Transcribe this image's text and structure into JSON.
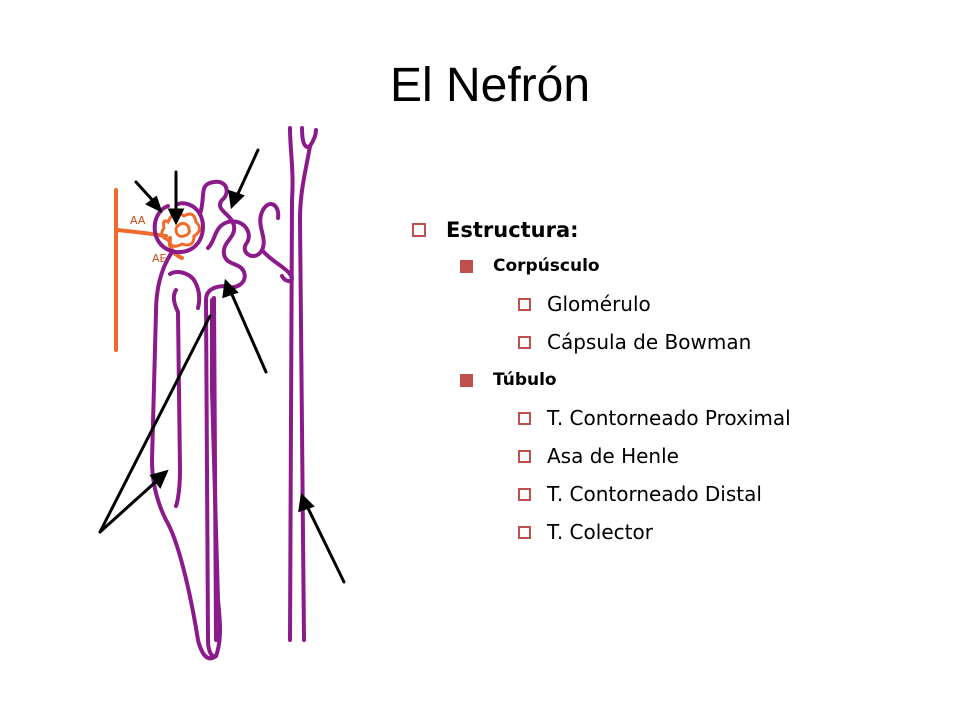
{
  "title": "El Nefrón",
  "labels": {
    "aa": "AA",
    "ae": "AE"
  },
  "colors": {
    "tubule": "#8b1a8b",
    "arteriole": "#f06a2a",
    "bullet": "#c0504d",
    "arrow": "#000000"
  },
  "outline": {
    "heading": "Estructura:",
    "groups": [
      {
        "label": "Corpúsculo",
        "items": [
          "Glomérulo",
          "Cápsula de Bowman"
        ]
      },
      {
        "label": "Túbulo",
        "items": [
          "T. Contorneado Proximal",
          "Asa de Henle",
          "T. Contorneado Distal",
          "T. Colector"
        ]
      }
    ]
  }
}
